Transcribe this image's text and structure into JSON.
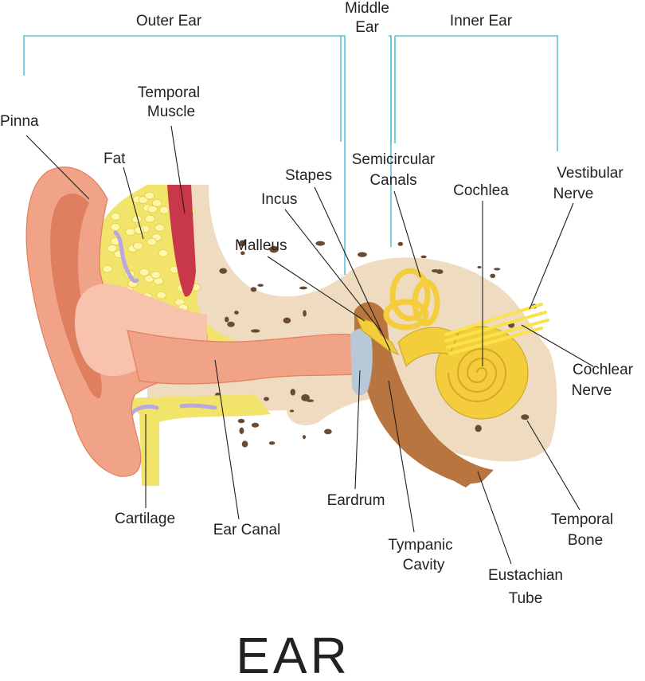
{
  "colors": {
    "bracket": "#5bc3dc",
    "skin": "#f1a387",
    "skin_dark": "#e07f5f",
    "skin_light": "#f8c3ad",
    "fat": "#f2e46a",
    "fat_cell": "#fff6a8",
    "bone": "#efdcc0",
    "bone_pore": "#6b4a33",
    "muscle": "#c9384a",
    "cartilage": "#b8a7e0",
    "cavity": "#b9753f",
    "eardrum": "#b7c8d8",
    "cochlea": "#f3cd3c",
    "nerve": "#f9e24a"
  },
  "sections": {
    "outer_ear": "Outer Ear",
    "middle_ear_line1": "Middle",
    "middle_ear_line2": "Ear",
    "inner_ear": "Inner Ear"
  },
  "labels": {
    "pinna": "Pinna",
    "fat": "Fat",
    "temporal_muscle_1": "Temporal",
    "temporal_muscle_2": "Muscle",
    "stapes": "Stapes",
    "semicircular_1": "Semicircular",
    "semicircular_2": "Canals",
    "incus": "Incus",
    "cochlea": "Cochlea",
    "vestibular_1": "Vestibular",
    "vestibular_2": "Nerve",
    "malleus": "Malleus",
    "cochlear_nerve_1": "Cochlear",
    "cochlear_nerve_2": "Nerve",
    "cartilage": "Cartilage",
    "ear_canal": "Ear Canal",
    "eardrum": "Eardrum",
    "temporal_bone_1": "Temporal",
    "temporal_bone_2": "Bone",
    "tympanic_1": "Tympanic",
    "tympanic_2": "Cavity",
    "eustachian_1": "Eustachian",
    "eustachian_2": "Tube"
  },
  "title": "EAR"
}
